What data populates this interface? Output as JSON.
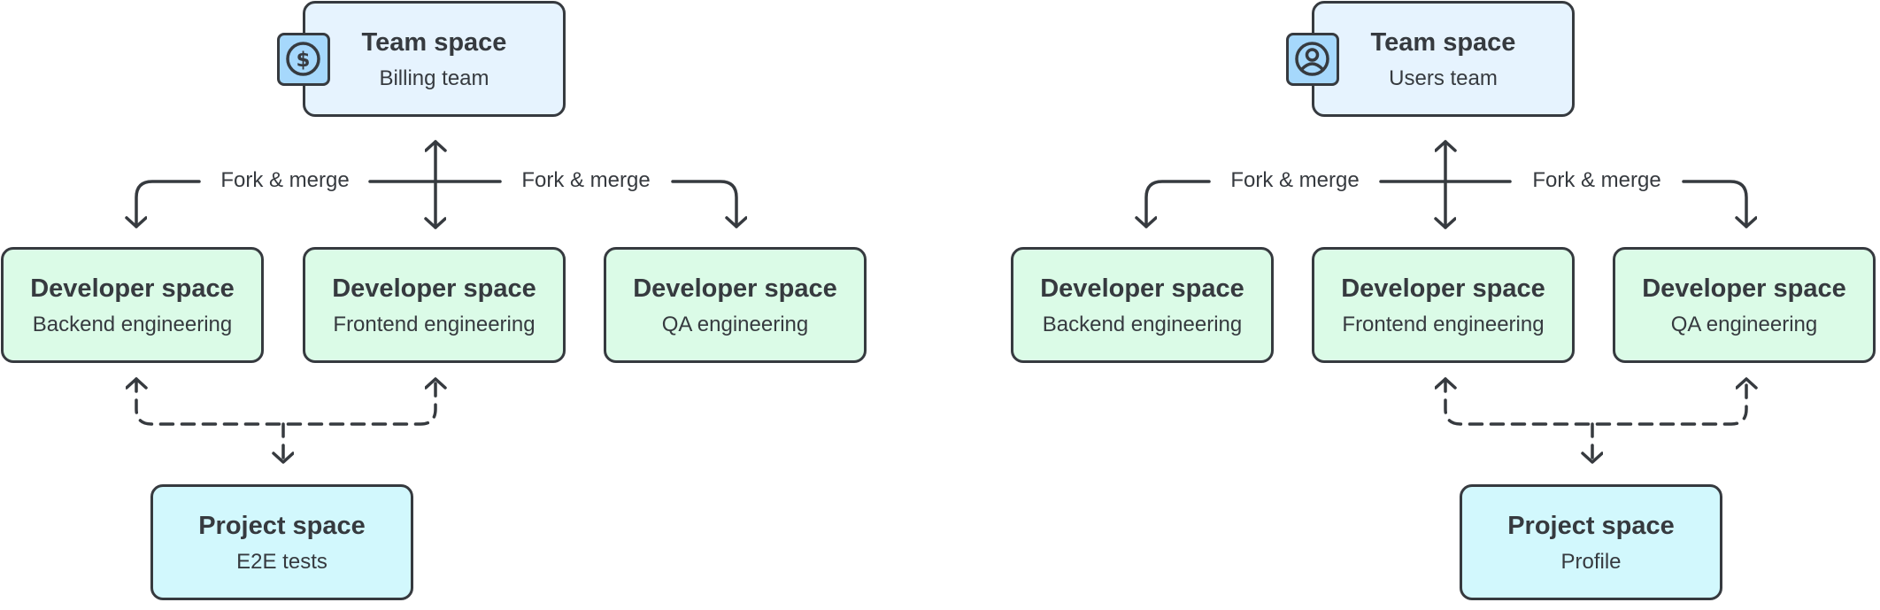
{
  "diagrams": [
    {
      "team": {
        "icon": "dollar-circle-icon",
        "title": "Team space",
        "subtitle": "Billing team"
      },
      "edge_labels": [
        "Fork & merge",
        "Fork & merge"
      ],
      "developers": [
        {
          "title": "Developer space",
          "subtitle": "Backend engineering"
        },
        {
          "title": "Developer space",
          "subtitle": "Frontend engineering"
        },
        {
          "title": "Developer space",
          "subtitle": "QA engineering"
        }
      ],
      "project": {
        "title": "Project space",
        "subtitle": "E2E tests"
      }
    },
    {
      "team": {
        "icon": "user-circle-icon",
        "title": "Team space",
        "subtitle": "Users team"
      },
      "edge_labels": [
        "Fork & merge",
        "Fork & merge"
      ],
      "developers": [
        {
          "title": "Developer space",
          "subtitle": "Backend engineering"
        },
        {
          "title": "Developer space",
          "subtitle": "Frontend engineering"
        },
        {
          "title": "Developer space",
          "subtitle": "QA engineering"
        }
      ],
      "project": {
        "title": "Profile",
        "subtitle": "Profile"
      }
    }
  ],
  "colors": {
    "stroke": "#363a3f",
    "team_fill": "#e6f3fe",
    "developer_fill": "#dbfbe7",
    "project_fill": "#d2f8fd",
    "icon_fill": "#a6d8fc"
  }
}
